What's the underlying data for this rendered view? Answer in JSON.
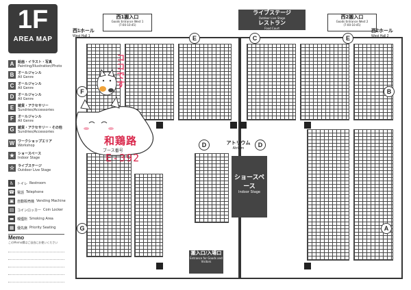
{
  "header": {
    "floor": "1F",
    "subtitle": "AREA MAP"
  },
  "legend": {
    "areas": [
      {
        "key": "A",
        "jp": "絵画・イラスト・写真",
        "en": "Painting/Illustration/Photo"
      },
      {
        "key": "B",
        "jp": "オールジャンル",
        "en": "All Genre"
      },
      {
        "key": "C",
        "jp": "オールジャンル",
        "en": "All Genre"
      },
      {
        "key": "D",
        "jp": "オールジャンル",
        "en": "All Genre"
      },
      {
        "key": "E",
        "jp": "雑貨・アクセサリー",
        "en": "Sundries/Accessories"
      },
      {
        "key": "F",
        "jp": "オールジャンル",
        "en": "All Genre"
      },
      {
        "key": "G",
        "jp": "雑貨・アクセサリー・その他",
        "en": "Sundries/Accessories"
      },
      {
        "key": "W",
        "jp": "ワークショップエリア",
        "en": "Workshop"
      },
      {
        "key": "★",
        "jp": "ショースペース",
        "en": "Indoor Stage"
      },
      {
        "key": "☆",
        "jp": "ライブステージ",
        "en": "Outdoor Live Stage"
      }
    ],
    "facilities": [
      {
        "icon": "toilet-icon",
        "glyph": "♿",
        "jp": "トイレ",
        "en": "Restroom"
      },
      {
        "icon": "telephone-icon",
        "glyph": "☎",
        "jp": "電話",
        "en": "Telephone"
      },
      {
        "icon": "vending-icon",
        "glyph": "▣",
        "jp": "自動販売機",
        "en": "Vending Machine"
      },
      {
        "icon": "locker-icon",
        "glyph": "▤",
        "jp": "コインロッカー",
        "en": "Coin Locker"
      },
      {
        "icon": "smoking-icon",
        "glyph": "▬",
        "jp": "喫煙所",
        "en": "Smoking Area"
      },
      {
        "icon": "priority-seat-icon",
        "glyph": "▦",
        "jp": "優先席",
        "en": "Priority Seating"
      }
    ],
    "memo": {
      "title": "Memo",
      "note": "このMemo欄はご自由にお使いください"
    }
  },
  "map": {
    "halls": {
      "west1": {
        "jp": "西1ホール",
        "en": "West Hall 1"
      },
      "west2": {
        "jp": "西2ホール",
        "en": "West Hall 2"
      }
    },
    "entrances": {
      "west1": {
        "jp": "西1搬入口",
        "en": "Goods Entrance West 1",
        "hours": "(7:00-10:45)"
      },
      "west2": {
        "jp": "西2搬入口",
        "en": "Goods Entrance West 2",
        "hours": "(7:00-10:45)"
      },
      "main": {
        "jp": "搬入口/入場口",
        "en": "Entrance for Goods and Visitors"
      }
    },
    "live_stage": {
      "jp": "ライブステージ",
      "en": "Outdoor Live Stage",
      "restaurant_jp": "レストラン",
      "restaurant_en": "Food Court"
    },
    "atrium": {
      "jp": "アトリウム",
      "en": "Atrium"
    },
    "show_space": {
      "jp": "ショースペース",
      "en": "Indoor Stage"
    },
    "area_markers": [
      "E",
      "C",
      "E",
      "F",
      "B",
      "D",
      "D",
      "G",
      "A"
    ],
    "annotations": {
      "koko": "ココです",
      "circle_name": "和鶏路",
      "booth_label": "ブース番号",
      "booth_number": "E-392"
    },
    "colors": {
      "ink": "#333333",
      "highlight": "#d9264a",
      "dark_block": "#444444"
    }
  }
}
